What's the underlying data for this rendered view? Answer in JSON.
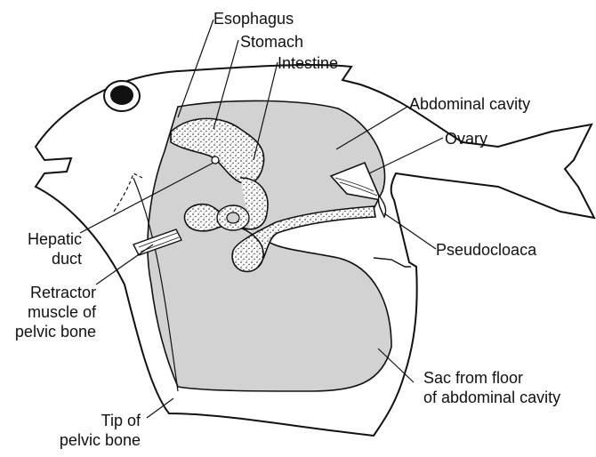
{
  "colors": {
    "outline": "#111111",
    "cavity_fill": "#d2d2d2",
    "organ_fill": "#ffffff",
    "background": "#ffffff"
  },
  "labels": {
    "esophagus": "Esophagus",
    "stomach": "Stomach",
    "intestine": "Intestine",
    "abdominal_cavity": "Abdominal cavity",
    "ovary": "Ovary",
    "pseudocloaca": "Pseudocloaca",
    "hepatic_duct": [
      "Hepatic",
      "duct"
    ],
    "retractor_muscle": [
      "Retractor",
      "muscle of",
      "pelvic bone"
    ],
    "sac": [
      "Sac from floor",
      "of abdominal cavity"
    ],
    "tip_pelvic_bone": [
      "Tip of",
      "pelvic bone"
    ]
  }
}
